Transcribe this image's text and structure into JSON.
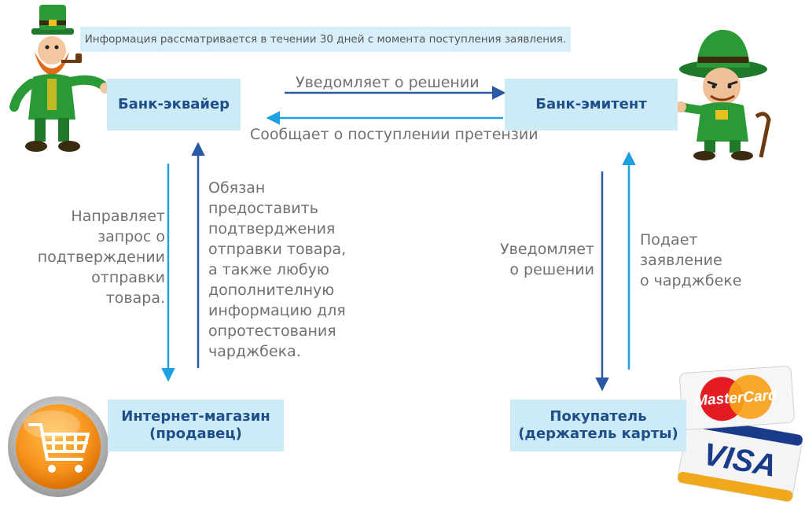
{
  "note": "Информация рассматривается в течении 30 дней с момента поступления заявления.",
  "nodes": {
    "acquirer": "Банк-эквайер",
    "issuer": "Банк-эмитент",
    "shop": "Интернет-магазин\n(продавец)",
    "buyer": "Покупатель\n(держатель карты)"
  },
  "edges": {
    "acq_to_iss": "Уведомляет о решении",
    "iss_to_acq": "Сообщает о поступлении претензии",
    "acq_to_shop": "Направляет\nзапрос о\nподтверждении\nотправки\nтовара.",
    "shop_to_acq": "Обязан\nпредоставить\nподтверджения\nотправки товара,\nа также любую\nдополнителную\nинформацию для\nопротестования\nчарджбека.",
    "iss_to_buyer": "Уведомляет\nо решении",
    "buyer_to_iss": "Подает\nзаявление\nо чарджбеке"
  },
  "cards": {
    "mastercard": "MasterCard",
    "visa": "VISA"
  },
  "colors": {
    "box_fill": "#cdeaf7",
    "box_text": "#1e4f8a",
    "arrow_dark": "#2a5aa5",
    "arrow_light": "#1fa0e0",
    "label_text": "#707070"
  },
  "icons": [
    "leprechaun-left-icon",
    "leprechaun-right-icon",
    "shopping-cart-icon",
    "mastercard-logo-icon",
    "visa-logo-icon"
  ]
}
